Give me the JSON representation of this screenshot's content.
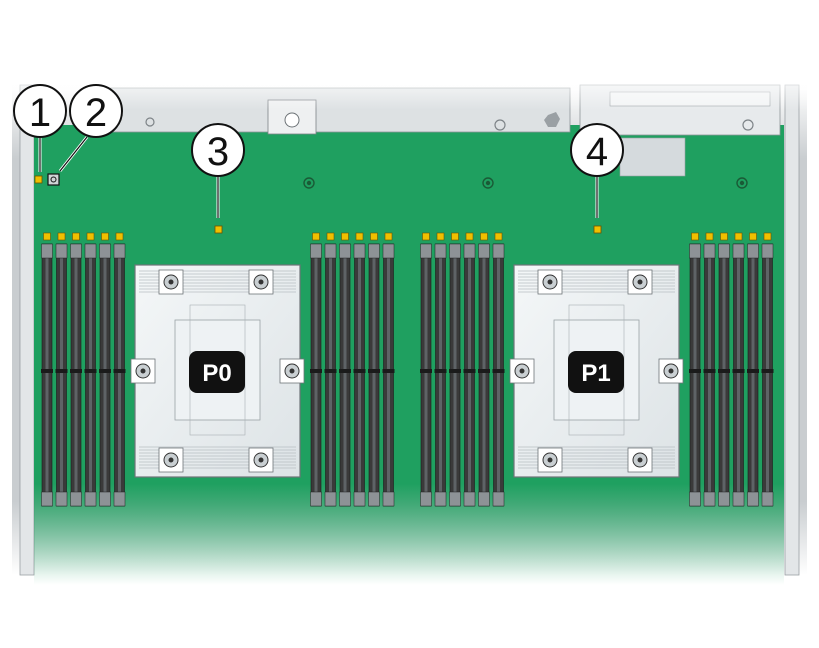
{
  "callouts": [
    {
      "number": "1"
    },
    {
      "number": "2"
    },
    {
      "number": "3"
    },
    {
      "number": "4"
    }
  ],
  "processors": [
    {
      "label": "P0"
    },
    {
      "label": "P1"
    }
  ],
  "colors": {
    "board": "#1fa060",
    "board_highlight": "#27b56c",
    "led": "#f0c000",
    "dimm_slot": "#3a3a3a",
    "heatsink": "#e6ecef",
    "label_bg": "#111111",
    "chassis": "#d8dcde"
  }
}
